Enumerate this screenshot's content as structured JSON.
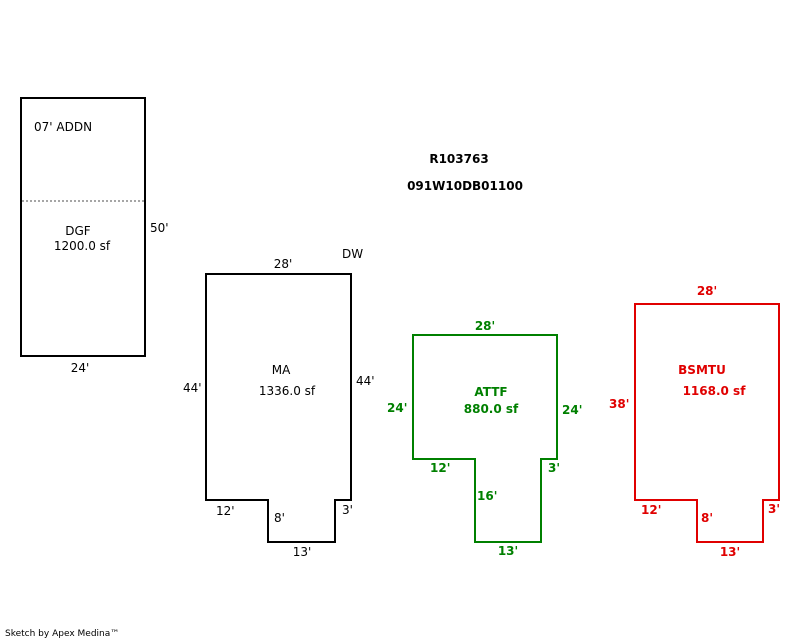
{
  "header": {
    "record_id": "R103763",
    "parcel_number": "091W10DB01100"
  },
  "footer": {
    "credit": "Sketch by Apex Medina™"
  },
  "colors": {
    "black": "#000000",
    "green": "#008000",
    "red": "#e00000",
    "divider": "#888888"
  },
  "sections": {
    "dgf": {
      "upper_label": "07' ADDN",
      "name": "DGF",
      "area": "1200.0 sf",
      "right_dim": "50'",
      "bottom_dim": "24'"
    },
    "ma": {
      "name": "MA",
      "area": "1336.0 sf",
      "top_dim": "28'",
      "left_dim": "44'",
      "right_dim": "44'",
      "bottom_left_dim": "12'",
      "notch_depth_dim": "8'",
      "bottom_right_dim": "3'",
      "notch_bottom_dim": "13'",
      "corner_label": "DW"
    },
    "attf": {
      "name": "ATTF",
      "area": "880.0 sf",
      "top_dim": "28'",
      "left_dim": "24'",
      "right_dim": "24'",
      "bottom_left_dim": "12'",
      "notch_depth_dim": "16'",
      "bottom_right_dim": "3'",
      "notch_bottom_dim": "13'"
    },
    "bsmtu": {
      "name": "BSMTU",
      "area": "1168.0 sf",
      "top_dim": "28'",
      "left_dim": "38'",
      "bottom_left_dim": "12'",
      "notch_depth_dim": "8'",
      "bottom_right_dim": "3'",
      "notch_bottom_dim": "13'"
    }
  }
}
